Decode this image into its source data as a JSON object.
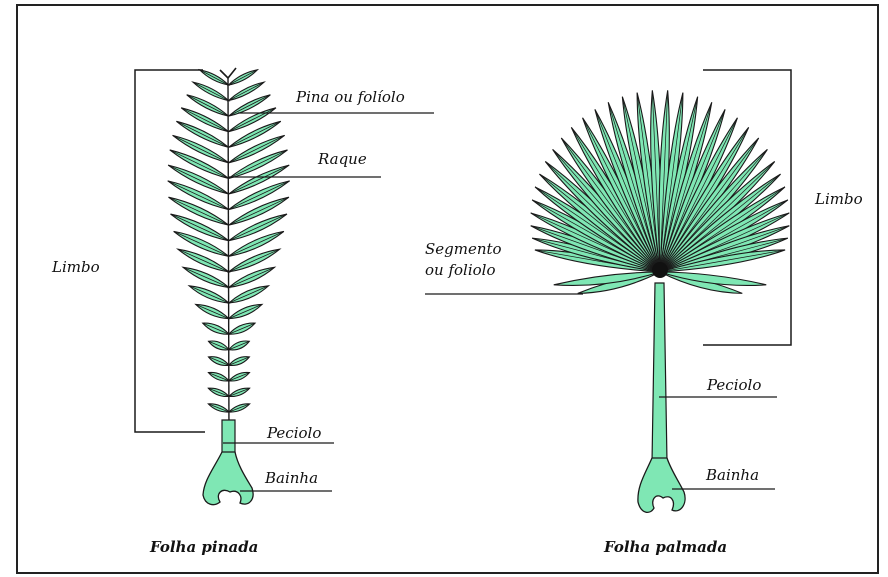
{
  "colors": {
    "leaf_fill": "#7fe7b4",
    "leaf_stroke": "#1a1a1a",
    "frame": "#222222"
  },
  "pinnate": {
    "caption": "Folha pinada",
    "labels": {
      "pina": "Pina ou folíolo",
      "raque": "Raque",
      "limbo": "Limbo",
      "peciolo": "Peciolo",
      "bainha": "Bainha"
    }
  },
  "palmate": {
    "caption": "Folha palmada",
    "labels": {
      "segmento_line1": "Segmento",
      "segmento_line2": "ou foliolo",
      "limbo": "Limbo",
      "peciolo": "Peciolo",
      "bainha": "Bainha"
    }
  }
}
